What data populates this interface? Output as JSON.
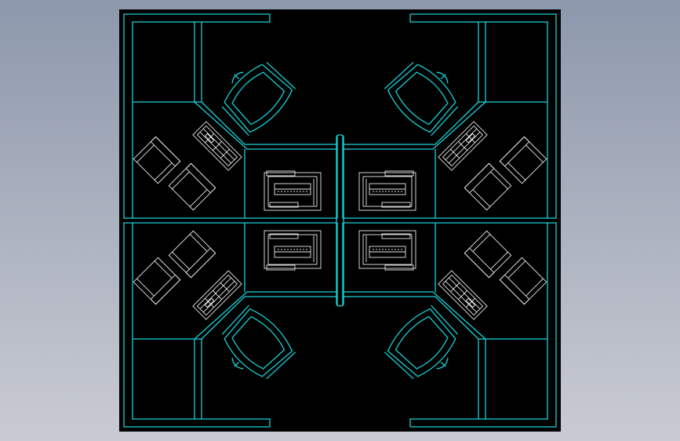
{
  "viewport": {
    "background_top": "#8d98ac",
    "background_bottom": "#c9cbd3"
  },
  "drawing": {
    "background": "#000000",
    "line_color": "#19d2d8",
    "detail_color": "#e8e8e8"
  },
  "workstations": [
    {
      "name": "workstation-top-left"
    },
    {
      "name": "workstation-top-right"
    },
    {
      "name": "workstation-bottom-left"
    },
    {
      "name": "workstation-bottom-right"
    }
  ]
}
